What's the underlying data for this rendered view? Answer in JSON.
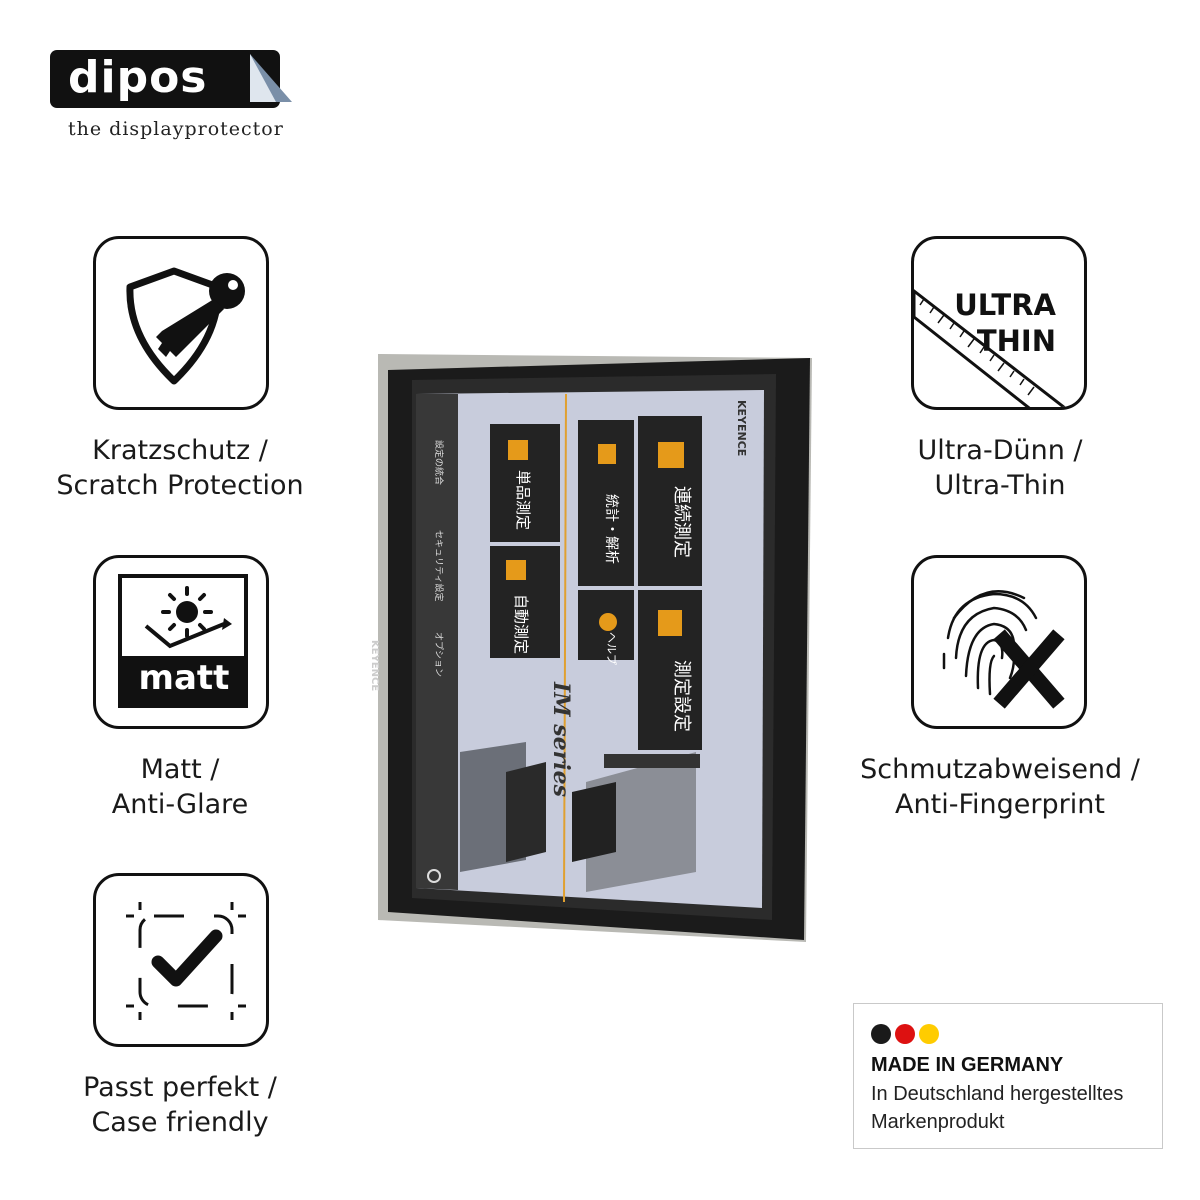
{
  "brand": {
    "name": "dipos",
    "tagline": "the displayprotector"
  },
  "features": {
    "scratch": {
      "line1": "Kratzschutz /",
      "line2": "Scratch Protection",
      "icon": "shield-key-icon"
    },
    "matt": {
      "line1": "Matt /",
      "line2": "Anti-Glare",
      "icon_text": "matt",
      "icon": "sun-matt-icon"
    },
    "fit": {
      "line1": "Passt perfekt /",
      "line2": "Case friendly",
      "icon": "checkmark-icon"
    },
    "thin": {
      "line1": "Ultra-Dünn /",
      "line2": "Ultra-Thin",
      "icon_line1": "ULTRA",
      "icon_line2": "THIN",
      "icon": "ruler-icon"
    },
    "fingerprint": {
      "line1": "Schmutzabweisend /",
      "line2": "Anti-Fingerprint",
      "icon": "fingerprint-x-icon"
    }
  },
  "device": {
    "bezel_brand": "KEYENCE",
    "screen_brand": "KEYENCE",
    "series_label": "IM series",
    "sidebar": [
      "設定の統合",
      "セキュリティ設定",
      "オプション"
    ],
    "tiles": {
      "continuous": "連続測定",
      "statistics": "統計・解析",
      "single": "単品測定",
      "help": "ヘルプ",
      "auto": "自動測定",
      "settings": "測定設定"
    }
  },
  "made_in_germany": {
    "title": "MADE IN GERMANY",
    "subtitle": "In Deutschland hergestelltes Markenprodukt",
    "colors": [
      "#1a1a1a",
      "#dd1111",
      "#ffcc00"
    ]
  }
}
